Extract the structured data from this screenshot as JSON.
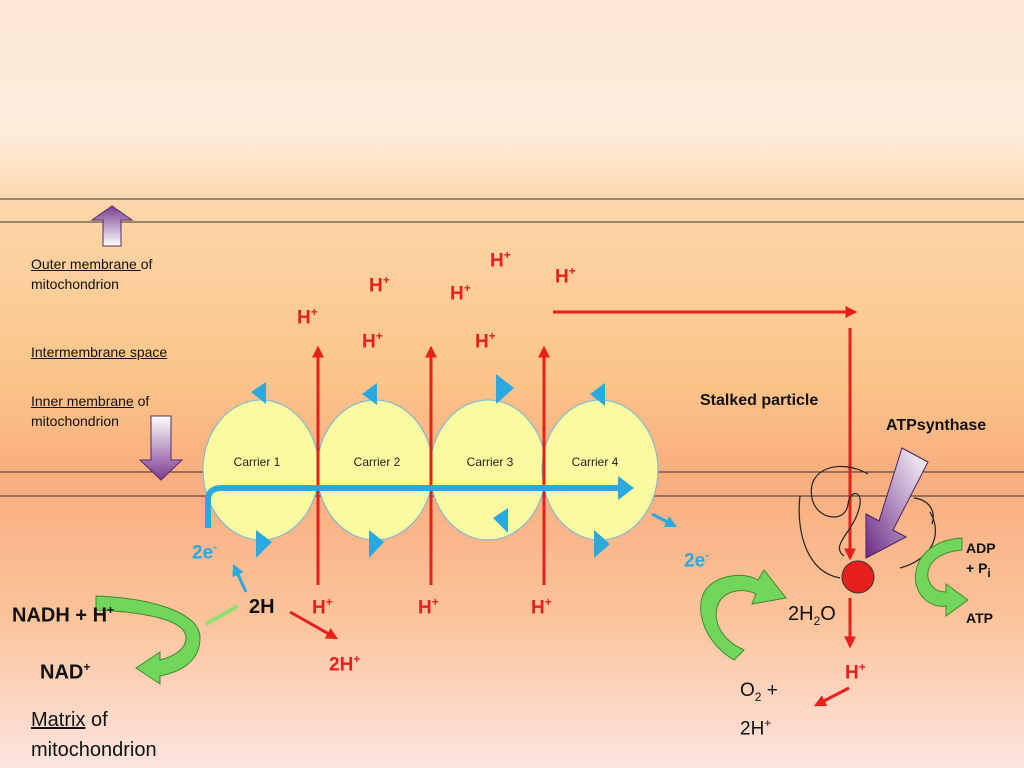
{
  "labels": {
    "outer_membrane_u": "Outer membrane ",
    "outer_membrane_rest": "of",
    "outer_membrane_2": "mitochondrion",
    "intermembrane_space": "Intermembrane space",
    "inner_membrane_u": "Inner membrane",
    "inner_membrane_rest": " of",
    "inner_membrane_2": "mitochondrion",
    "matrix_u": "Matrix",
    "matrix_rest": " of",
    "matrix_2": "mitochondrion",
    "stalked_particle": "Stalked particle",
    "atp_synthase": "ATPsynthase",
    "adp": "ADP",
    "pi_prefix": "+ P",
    "pi_sub": "i",
    "atp": "ATP",
    "nadh": "NADH + H",
    "nad": "NAD",
    "two_h": "2H",
    "two_h_plus": "2H",
    "two_e_left": "2e",
    "two_e_right": "2e",
    "water_a": "2H",
    "water_sub": "2",
    "water_b": "O",
    "o2_a": "O",
    "o2_sub": "2",
    "o2_b": " +",
    "o2_line2": "2H",
    "h": "H",
    "plus": "+",
    "minus": "-"
  },
  "carriers": [
    "Carrier 1",
    "Carrier 2",
    "Carrier 3",
    "Carrier 4"
  ],
  "colors": {
    "proton": "#e8201c",
    "electron": "#29a9e0",
    "carrier_fill": "#fbfaa0",
    "green_arrow": "#72d65c",
    "purple_arrow": "#7a3b8f",
    "enzyme_head": "#e8201c"
  },
  "icons": [
    "up-purple-arrow-icon",
    "down-purple-arrow-icon",
    "atpsynthase-arrow-icon"
  ]
}
